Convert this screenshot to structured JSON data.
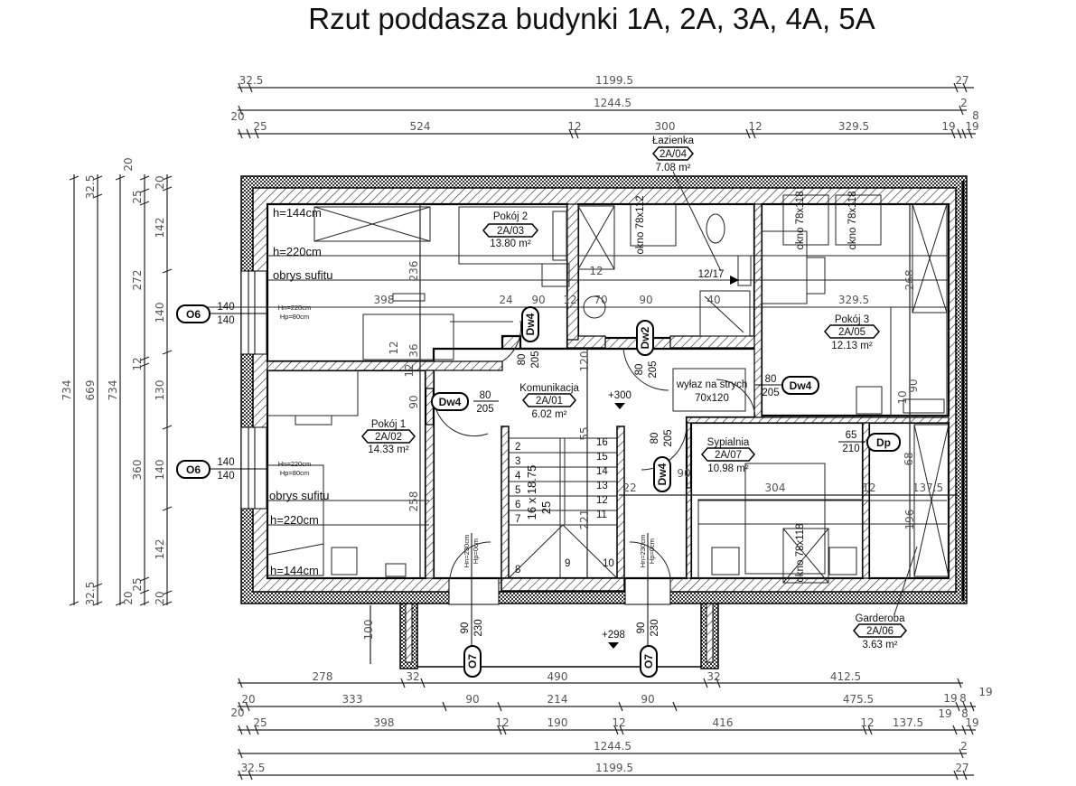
{
  "title": "Rzut poddasza budynki 1A, 2A, 3A, 4A, 5A",
  "rooms": [
    {
      "name": "Łazienka",
      "code": "2A/04",
      "area": "7.08 m²"
    },
    {
      "name": "Pokój 2",
      "code": "2A/03",
      "area": "13.80 m²"
    },
    {
      "name": "Pokój 3",
      "code": "2A/05",
      "area": "12.13 m²"
    },
    {
      "name": "Komunikacja",
      "code": "2A/01",
      "area": "6.02 m²"
    },
    {
      "name": "Pokój 1",
      "code": "2A/02",
      "area": "14.33 m²"
    },
    {
      "name": "Sypialnia",
      "code": "2A/07",
      "area": "10.98 m²"
    },
    {
      "name": "Garderoba",
      "code": "2A/06",
      "area": "3.63 m²"
    }
  ],
  "dims_top": {
    "row1": [
      "32.5",
      "1199.5",
      "27"
    ],
    "row2": [
      "20",
      "1244.5",
      "2",
      "8"
    ],
    "row3": [
      "25",
      "524",
      "12",
      "300",
      "12",
      "329.5",
      "19",
      "19"
    ]
  },
  "dims_bottom": {
    "row1": [
      "278",
      "32",
      "490",
      "32",
      "412.5"
    ],
    "row2": [
      "20",
      "333",
      "90",
      "214",
      "90",
      "475.5",
      "19",
      "8",
      "19",
      "20",
      "19",
      "8"
    ],
    "row3": [
      "25",
      "398",
      "12",
      "190",
      "12",
      "416",
      "12",
      "137.5",
      "19"
    ],
    "row4": [
      "1244.5",
      "2"
    ],
    "row5": [
      "32.5",
      "1199.5",
      "27"
    ]
  },
  "dims_left": {
    "col1": [
      "734"
    ],
    "col2": [
      "32.5",
      "669",
      "32.5"
    ],
    "col3": [
      "20",
      "734",
      "20"
    ],
    "col4": [
      "25",
      "272",
      "12",
      "360",
      "25"
    ],
    "col5": [
      "20",
      "142",
      "140",
      "130",
      "140",
      "142",
      "20"
    ]
  },
  "windows_left": [
    {
      "tag": "O6",
      "width": "140",
      "height": "140"
    },
    {
      "tag": "O6",
      "width": "140",
      "height": "140"
    }
  ],
  "doors": [
    {
      "tag": "Dw4",
      "width": "80",
      "height": "205"
    },
    {
      "tag": "Dw4",
      "width": "80",
      "height": "205"
    },
    {
      "tag": "Dw2",
      "width": "80",
      "height": "205"
    },
    {
      "tag": "Dw4",
      "width": "80",
      "height": "205"
    },
    {
      "tag": "Dw4",
      "width": "80",
      "height": "205"
    },
    {
      "tag": "Dp",
      "width": "65",
      "height": "210"
    },
    {
      "tag": "O7",
      "width": "90",
      "height": "230"
    },
    {
      "tag": "O7",
      "width": "90",
      "height": "230"
    }
  ],
  "annotations": {
    "h144_top": "h=144cm",
    "h220_top": "h=220cm",
    "obrys_top": "obrys sufitu",
    "obrys_bot": "obrys sufitu",
    "h220_bot": "h=220cm",
    "h144_bot": "h=144cm",
    "hn": "Hn=220cm",
    "hp": "Hp=80cm",
    "hn_door": "Hn=230cm",
    "hp_door": "Hp=0cm",
    "level_300": "+300",
    "level_298": "+298",
    "hatch": "wyłaz na strych",
    "hatch_size": "70x120",
    "skylight_bath": "okno 78x112",
    "skylight": "okno 78x118",
    "vent": "12/17",
    "stairs": "16 x 18.75",
    "stairs_tread": "25"
  },
  "interior_dims": {
    "d398": "398",
    "d236": "236",
    "d36": "36",
    "d12a": "12",
    "d12b": "12",
    "d90v": "90",
    "d258": "258",
    "d24": "24",
    "d90a": "90",
    "d12c": "12",
    "d70": "70",
    "d90b": "90",
    "d40": "40",
    "d329": "329.5",
    "d12d": "12",
    "d268": "268",
    "d120": "120",
    "d55": "55",
    "d221": "221",
    "d22": "22",
    "d90c": "90",
    "d304": "304",
    "d12e": "12",
    "d137": "137.5",
    "d68": "68",
    "d196": "196",
    "d90d": "90",
    "d10": "10",
    "d100": "100"
  },
  "stair_steps": [
    "2",
    "3",
    "4",
    "5",
    "6",
    "7",
    "8",
    "9",
    "10",
    "11",
    "12",
    "13",
    "14",
    "15",
    "16"
  ]
}
